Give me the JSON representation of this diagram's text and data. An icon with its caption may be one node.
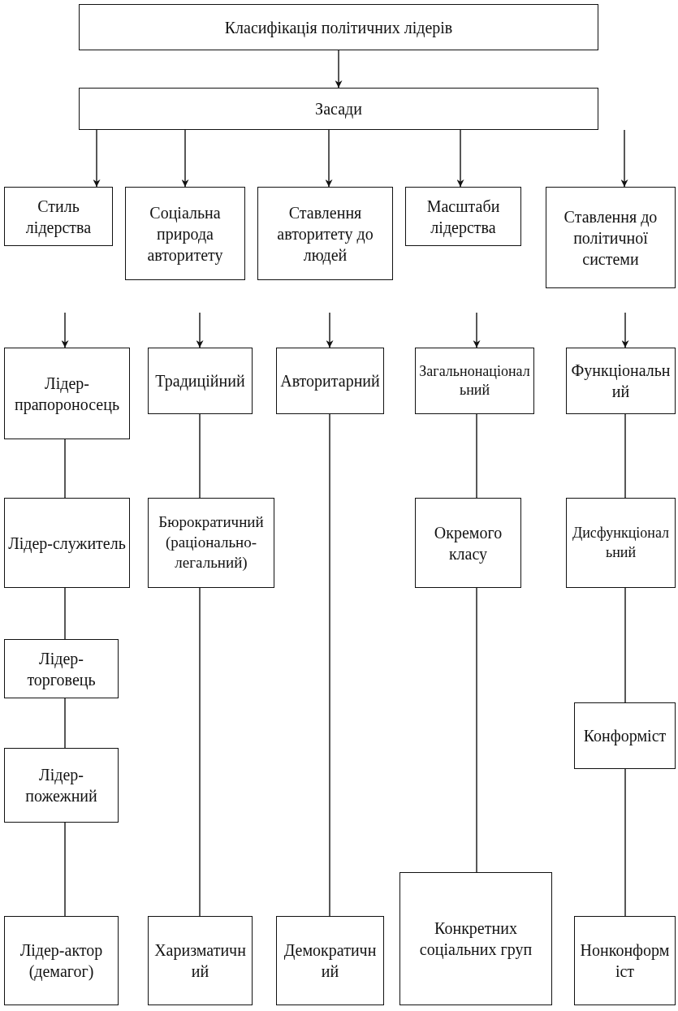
{
  "diagram": {
    "nodes": [
      {
        "text": [
          "Класифікація політичних лідерів"
        ]
      },
      {
        "text": [
          "Засади"
        ]
      },
      {
        "text": [
          "Стиль лідерства"
        ]
      },
      {
        "text": [
          "Соціальна природа авторитету"
        ]
      },
      {
        "text": [
          "Ставлення авторитету до людей"
        ]
      },
      {
        "text": [
          "Масштаби лідерства"
        ]
      },
      {
        "text": [
          "Ставлення до політичної системи"
        ]
      },
      {
        "text": [
          "Лідер-прапороносець"
        ]
      },
      {
        "text": [
          "Лідер-служитель"
        ]
      },
      {
        "text": [
          "Лідер-торговець"
        ]
      },
      {
        "text": [
          "Лідер-пожежний"
        ]
      },
      {
        "text": [
          "Лідер-актор (демагог)"
        ]
      },
      {
        "text": [
          "Традиційний"
        ]
      },
      {
        "text": [
          "Бюрократичний (раціонально-легальний)"
        ]
      },
      {
        "text": [
          "Харизматичний"
        ]
      },
      {
        "text": [
          "Авторитарний"
        ]
      },
      {
        "text": [
          "Демократичний"
        ]
      },
      {
        "text": [
          "Загальнонаціональний"
        ]
      },
      {
        "text": [
          "Окремого класу"
        ]
      },
      {
        "text": [
          "Конкретних соціальних груп"
        ]
      },
      {
        "text": [
          "Функціональний"
        ]
      },
      {
        "text": [
          "Дисфункціональний"
        ]
      },
      {
        "text": [
          "Конформіст"
        ]
      },
      {
        "text": [
          "Нонконформіст"
        ]
      }
    ],
    "edges": [
      {
        "from": 0,
        "to": 1,
        "arrow": "to"
      },
      {
        "from": 1,
        "to": 2,
        "arrow": "to"
      },
      {
        "from": 1,
        "to": 3,
        "arrow": "to"
      },
      {
        "from": 1,
        "to": 4,
        "arrow": "to"
      },
      {
        "from": 1,
        "to": 5,
        "arrow": "to"
      },
      {
        "from": 1,
        "to": 6,
        "arrow": "to"
      },
      {
        "from": null,
        "to": 7,
        "arrow": "to"
      },
      {
        "from": null,
        "to": 12,
        "arrow": "to"
      },
      {
        "from": null,
        "to": 15,
        "arrow": "to"
      },
      {
        "from": null,
        "to": 17,
        "arrow": "to"
      },
      {
        "from": null,
        "to": 20,
        "arrow": "to"
      },
      {
        "from": 7,
        "to": 8,
        "arrow": "none"
      },
      {
        "from": 8,
        "to": 9,
        "arrow": "none"
      },
      {
        "from": 9,
        "to": 10,
        "arrow": "none"
      },
      {
        "from": 10,
        "to": 11,
        "arrow": "none"
      },
      {
        "from": 12,
        "to": 13,
        "arrow": "none"
      },
      {
        "from": 13,
        "to": 14,
        "arrow": "none"
      },
      {
        "from": 15,
        "to": 16,
        "arrow": "none"
      },
      {
        "from": 17,
        "to": 18,
        "arrow": "none"
      },
      {
        "from": 18,
        "to": 19,
        "arrow": "none"
      },
      {
        "from": 20,
        "to": 21,
        "arrow": "none"
      },
      {
        "from": 21,
        "to": 22,
        "arrow": "none"
      },
      {
        "from": 22,
        "to": 23,
        "arrow": "none"
      }
    ]
  }
}
